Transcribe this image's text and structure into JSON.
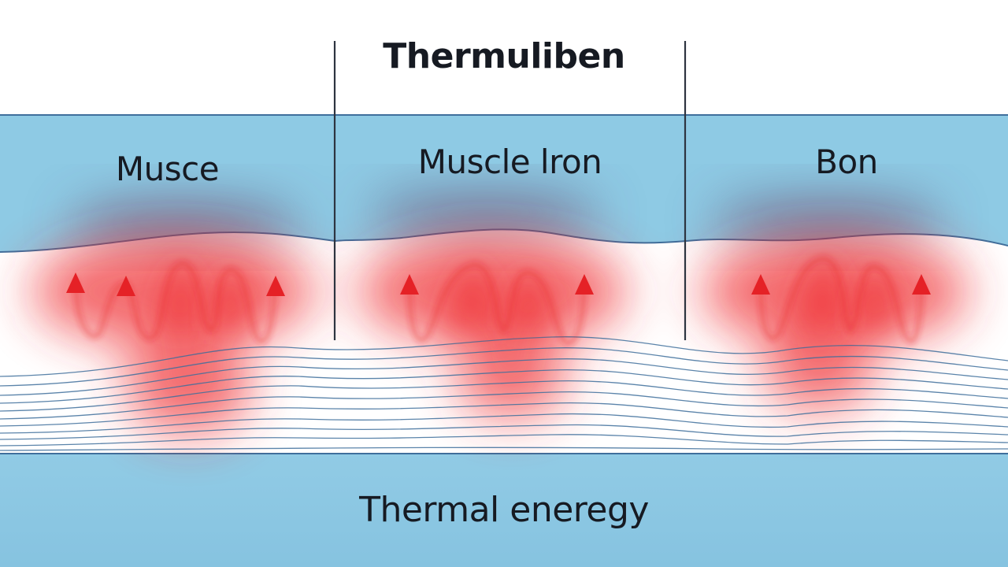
{
  "header": {
    "title": "Thermuliben"
  },
  "columns": [
    {
      "label": "Musce"
    },
    {
      "label": "Muscle lron"
    },
    {
      "label": "Bon"
    }
  ],
  "footer": {
    "label": "Thermal eneregy"
  },
  "colors": {
    "band_blue": "#8ecae4",
    "line_blue": "#3f6f9c",
    "heat_red": "#ef2a2f",
    "dark_text": "#161a22"
  }
}
